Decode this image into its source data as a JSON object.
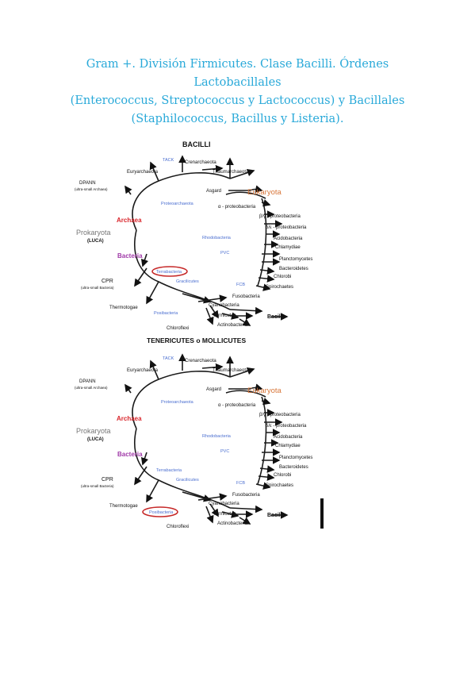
{
  "heading": {
    "line1": "Gram +. División Firmicutes. Clase Bacilli. Órdenes",
    "line2": "Lactobacillales",
    "line3": "(Enterococcus, Streptococcus y Lactococcus) y Bacillales",
    "line4": "(Staphilococcus, Bacillus y Listeria)."
  },
  "diagrams": [
    {
      "title": "BACILLI",
      "labels": {
        "tack": "TACK",
        "crenarchaeota": "Crenarchaeota",
        "euryarchaeota": "Euryarchaeota",
        "thaumarchaeota": "Thaumarchaeota",
        "dpann": "DPANN",
        "dpann_sub": "(ultra-small Archaea)",
        "asgard": "Asgard",
        "eukaryota": "Eukaryota",
        "proteoarchaeota": "Proteoarchaeota",
        "archaea": "Archaea",
        "alpha": "α - proteobacteria",
        "beta_gamma": "β/γ - proteobacteria",
        "prokaryota": "Prokaryota",
        "luca": "(LUCA)",
        "delta_epsilon": "δ/ε - proteobacteria",
        "rhodobacteria": "Rhodobacteria",
        "acidobacteria": "Acidobacteria",
        "bacteria": "Bacteria",
        "pvc": "PVC",
        "chlamydiae": "Chlamydiae",
        "planctomycetes": "Planctomycetes",
        "terrabacteria": "Terrabacteria",
        "bacteroidetes": "Bacteroidetes",
        "gracilicutes": "Gracilicutes",
        "chlorobi": "Chlorobi",
        "cpr": "CPR",
        "cpr_sub": "(ultra-small Bacteria)",
        "fcb": "FCB",
        "spirochaetes": "Spirochaetes",
        "fusobacteria": "Fusobacteria",
        "thermotogae": "Thermotogae",
        "cyanobacteria": "Cyanobacteria",
        "posibacteria": "Posibacteria",
        "firmicutes": "Firmicutes",
        "bacilli": "Bacilli",
        "chloroflexi": "Chloroflexi",
        "actinobacteria": "Actinobacteria"
      }
    },
    {
      "title": "TENERICUTES o MOLLICUTES",
      "labels": {
        "tack": "TACK",
        "crenarchaeota": "Crenarchaeota",
        "euryarchaeota": "Euryarchaeota",
        "thaumarchaeota": "Thaumarchaeota",
        "dpann": "DPANN",
        "dpann_sub": "(ultra-small Archaea)",
        "asgard": "Asgard",
        "eukaryota": "Eukaryota",
        "proteoarchaeota": "Proteoarchaeota",
        "archaea": "Archaea",
        "alpha": "α - proteobacteria",
        "beta_gamma": "β/γ - proteobacteria",
        "prokaryota": "Prokaryota",
        "luca": "(LUCA)",
        "delta_epsilon": "δ/ε - proteobacteria",
        "rhodobacteria": "Rhodobacteria",
        "acidobacteria": "Acidobacteria",
        "bacteria": "Bacteria",
        "pvc": "PVC",
        "chlamydiae": "Chlamydiae",
        "planctomycetes": "Planctomycetes",
        "terrabacteria": "Terrabacteria",
        "bacteroidetes": "Bacteroidetes",
        "gracilicutes": "Gracilicutes",
        "chlorobi": "Chlorobi",
        "cpr": "CPR",
        "cpr_sub": "(ultra-small Bacteria)",
        "fcb": "FCB",
        "spirochaetes": "Spirochaetes",
        "fusobacteria": "Fusobacteria",
        "thermotogae": "Thermotogae",
        "cyanobacteria": "Cyanobacteria",
        "posibacteria": "Posibacteria",
        "firmicutes": "Firmicutes",
        "bacilli": "Bacilli",
        "chloroflexi": "Chloroflexi",
        "actinobacteria": "Actinobacteria"
      }
    }
  ],
  "colors": {
    "heading": "#29a9d9",
    "archaea": "#d9262c",
    "bacteria": "#a03aa8",
    "eukaryota": "#d8763a",
    "clade_labels": "#4a6ed0",
    "highlight_oval": "#c62828"
  }
}
